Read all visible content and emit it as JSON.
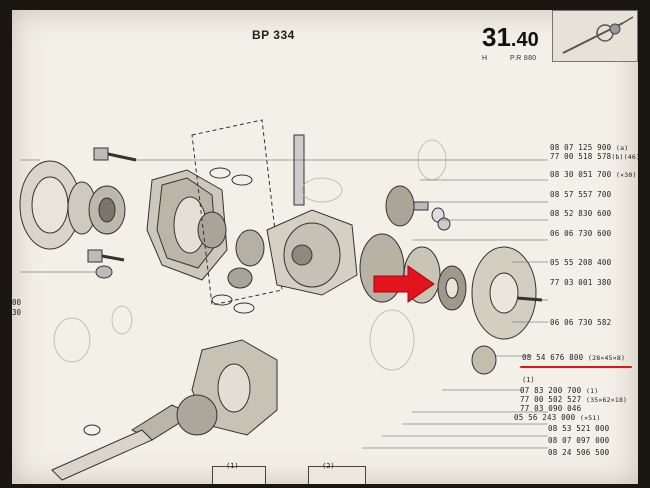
{
  "header": {
    "reference": "BP 334",
    "section_major": "31",
    "section_minor": ".40",
    "label_h": "H",
    "label_pr": "P.R 880"
  },
  "parts": [
    {
      "code": "08 07 125 900",
      "note": "(a)"
    },
    {
      "code": "77 00 518 578",
      "note": "(b)(46)"
    },
    {
      "code": "08 30 051 700",
      "note": "(×30)"
    },
    {
      "code": "08 57 557 700",
      "note": ""
    },
    {
      "code": "08 52 830 600",
      "note": ""
    },
    {
      "code": "06 06 730 600",
      "note": ""
    },
    {
      "code": "05 55 208 400",
      "note": ""
    },
    {
      "code": "77 03 001 380",
      "note": ""
    },
    {
      "code": "06 06 730 582",
      "note": ""
    },
    {
      "code": "08 54 676 800",
      "note": "(28×45×8)"
    },
    {
      "code": "07 83 200 700",
      "note": "(1)"
    },
    {
      "code": "77 00 502 527",
      "note": "(35×62×18)"
    },
    {
      "code": "77 03 090 046",
      "note": ""
    },
    {
      "code": "05 56 243 000",
      "note": "(×51)"
    },
    {
      "code": "08 53 521 000",
      "note": ""
    },
    {
      "code": "08 07 097 000",
      "note": ""
    },
    {
      "code": "08 24 506 500",
      "note": ""
    }
  ],
  "left_fragments": [
    "00",
    "30"
  ],
  "footnotes": [
    "(1)",
    "(1)",
    "(2)"
  ],
  "colors": {
    "highlight_arrow": "#e2141c",
    "underline": "#e2141c",
    "paper": "#f3f0e8",
    "ink": "#2a2a2a"
  },
  "icons": [
    "differential-exploded-diagram",
    "red-arrow-icon",
    "thumbnail-drawing"
  ]
}
